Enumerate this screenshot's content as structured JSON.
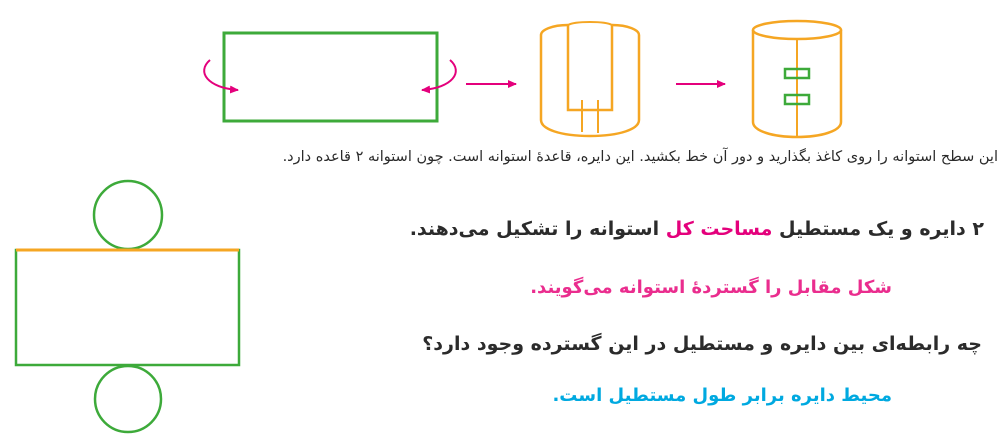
{
  "colors": {
    "green": "#3daa3a",
    "orange": "#f5a623",
    "pink": "#e4007c",
    "cyan": "#00a9e0",
    "text": "#2b2b2b"
  },
  "caption": "این سطح استوانه را روی کاغذ بگذارید و دور آن خط بکشید. این دایره، قاعدهٔ استوانه است. چون استوانه ۲ قاعده دارد.",
  "statement": {
    "before": "۲ دایره و یک مستطیل ",
    "highlight": "مساحت کل",
    "after": " استوانه را تشکیل می‌دهند."
  },
  "net_label": "شکل مقابل را گستردهٔ استوانه می‌گویند.",
  "question": "چه رابطه‌ای بین دایره و مستطیل در این گسترده وجود دارد؟",
  "answer": "محیط دایره برابر طول مستطیل است."
}
